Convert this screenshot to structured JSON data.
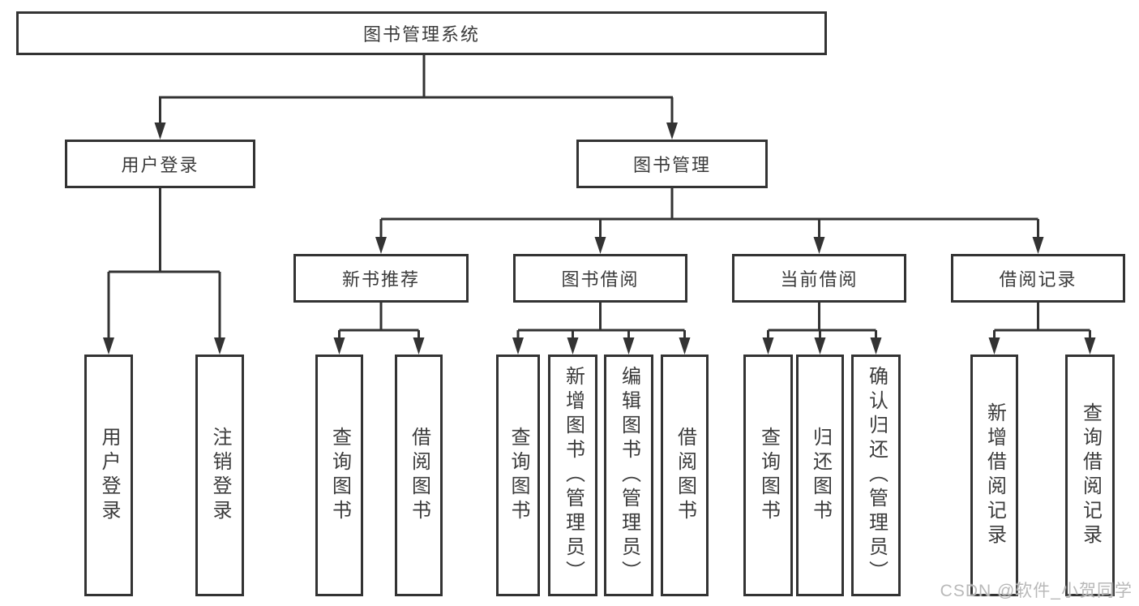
{
  "diagram_title": "图书管理系统",
  "nodes": {
    "root": "图书管理系统",
    "user_login": "用户登录",
    "book_management": "图书管理",
    "new_book_recommend": "新书推荐",
    "book_borrow": "图书借阅",
    "current_borrow": "当前借阅",
    "borrow_records": "借阅记录",
    "leaves": {
      "user_login": [
        "用户登录",
        "注销登录"
      ],
      "new_book_recommend": [
        "查询图书",
        "借阅图书"
      ],
      "book_borrow": [
        "查询图书",
        "新增图书（管理员）",
        "编辑图书（管理员）",
        "借阅图书"
      ],
      "current_borrow": [
        "查询图书",
        "归还图书",
        "确认归还（管理员）"
      ],
      "borrow_records": [
        "新增借阅记录",
        "查询借阅记录"
      ]
    }
  },
  "watermark": {
    "text": "CSDN @软件_小贺同学",
    "color": "#b9b9b9"
  },
  "colors": {
    "line": "#333333",
    "box_border": "#333333",
    "text": "#3b3b3b",
    "background": "#ffffff"
  },
  "tree": {
    "root": "图书管理系统",
    "branches": [
      {
        "label": "用户登录",
        "children": [
          "用户登录",
          "注销登录"
        ]
      },
      {
        "label": "图书管理",
        "children": [
          {
            "label": "新书推荐",
            "children": [
              "查询图书",
              "借阅图书"
            ]
          },
          {
            "label": "图书借阅",
            "children": [
              "查询图书",
              "新增图书（管理员）",
              "编辑图书（管理员）",
              "借阅图书"
            ]
          },
          {
            "label": "当前借阅",
            "children": [
              "查询图书",
              "归还图书",
              "确认归还（管理员）"
            ]
          },
          {
            "label": "借阅记录",
            "children": [
              "新增借阅记录",
              "查询借阅记录"
            ]
          }
        ]
      }
    ]
  }
}
